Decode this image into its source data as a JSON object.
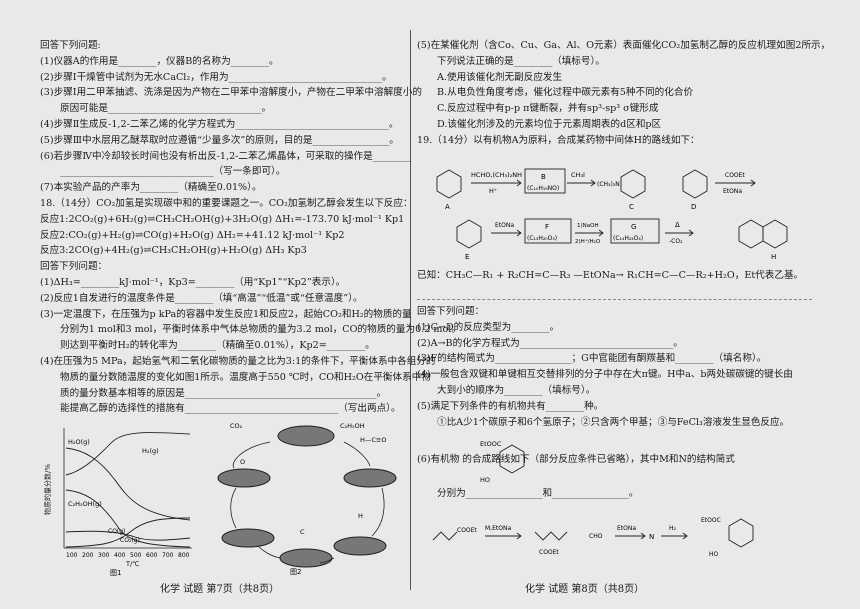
{
  "left": {
    "lines": [
      "回答下列问题:",
      "(1)仪器A的作用是________，仪器B的名称为________。",
      "(2)步骤Ⅰ干燥管中试剂为无水CaCl₂，作用为________________________________。",
      "(3)步骤Ⅰ用二甲苯抽滤、洗涤是因为产物在二甲苯中溶解度小，产物在二甲苯中溶解度小的",
      "原因可能是________________________________。",
      "(4)步骤Ⅱ生成反-1,2-二苯乙烯的化学方程式为________________________________。",
      "(5)步骤Ⅲ中水层用乙醚萃取时应遵循“少量多次”的原则，目的是________________。",
      "(6)若步骤Ⅳ中冷却较长时间也没有析出反-1,2-二苯乙烯晶体，可采取的操作是________",
      "________________________________（写一条即可）。",
      "(7)本实验产品的产率为________（精确至0.01%）。",
      "18.（14分）CO₂加氢是实现碳中和的重要课题之一。CO₂加氢制乙醇会发生以下反应：",
      "反应1:2CO₂(g)+6H₂(g)⇌CH₃CH₂OH(g)+3H₂O(g)  ΔH₁=-173.70 kJ·mol⁻¹  Kp1",
      "反应2:CO₂(g)+H₂(g)⇌CO(g)+H₂O(g)  ΔH₂=+41.12 kJ·mol⁻¹  Kp2",
      "反应3:2CO(g)+4H₂(g)⇌CH₃CH₂OH(g)+H₂O(g)  ΔH₃  Kp3",
      "回答下列问题：",
      "(1)ΔH₃=________kJ·mol⁻¹，Kp3=________（用“Kp1”“Kp2”表示）。",
      "(2)反应1自发进行的温度条件是________（填“高温”“低温”或“任意温度”）。",
      "(3)一定温度下，在压强为p kPa的容器中发生反应1和反应2，起始CO₂和H₂的物质的量",
      "分别为1 mol和3 mol，平衡时体系中气体总物质的量为3.2 mol，CO的物质的量为0.2 mol。",
      "则达到平衡时H₂的转化率为________（精确至0.01%），Kp2=________。",
      "(4)在压强为5 MPa，起始氢气和二氧化碳物质的量之比为3:1的条件下，平衡体系中各组分的",
      "物质的量分数随温度的变化如图1所示。温度高于550 ℃时，CO和H₂O在平衡体系中物",
      "质的量分数基本相等的原因是________________________________________。",
      "能提高乙醇的选择性的措施有________________________________（写出两点）。"
    ],
    "fig1": {
      "ylabel": "物质的量分数/%",
      "xlabel": "T/℃",
      "caption": "图1",
      "ticks": [
        "100",
        "200",
        "300",
        "400",
        "500",
        "600",
        "700",
        "800"
      ],
      "labels": [
        "H₂O(g)",
        "H₂(g)",
        "C₂H₅OH(g)",
        "CO(g)",
        "CO₂(g)"
      ]
    },
    "fig2": {
      "caption": "图2",
      "labels": [
        "CO₂",
        "C₂H₅OH",
        "H—C≡O",
        "H",
        "O",
        "C"
      ]
    },
    "footer": "化学  试题  第7页（共8页）"
  },
  "right": {
    "lines1": [
      "(5)在某催化剂（含Co、Cu、Ga、Al、O元素）表面催化CO₂加氢制乙醇的反应机理如图2所示，",
      "下列说法正确的是________（填标号）。",
      "A.使用该催化剂无副反应发生",
      "B.从电负性角度考虑，催化过程中碳元素有5种不同的化合价",
      "C.反应过程中有p-p π键断裂，并有sp³-sp³ σ键形成",
      "D.该催化剂涉及的元素均位于元素周期表的d区和p区",
      "19.（14分）以有机物A为原料，合成某药物中间体H的路线如下："
    ],
    "scheme": {
      "r1": "HCHO,(CH₃)₂NH",
      "r1b": "H⁺",
      "b": "B",
      "bf": "(C₁₀H₁₉NO)",
      "r2": "CH₃I",
      "c_pre": "(CH₃)₃N",
      "r3": "COOEt",
      "r3b": "EtONa",
      "lbl": [
        "A",
        "C",
        "D",
        "E",
        "H"
      ],
      "r4": "EtONa",
      "f": "F",
      "ff": "(C₁₃H₂₀O₃)",
      "r5a": "1)NaOH",
      "r5b": "2)H⁺/H₂O",
      "g": "G",
      "gf": "(C₁₄H₂₂O₄)",
      "r6": "Δ",
      "r6b": "-CO₂"
    },
    "known": "已知：CH₃C—R₁ + R₂CH=C—R₃ —EtONa→ R₁CH=C—C—R₂+H₂O，Et代表乙基。",
    "lines2": [
      "回答下列问题：",
      "(1)C→D的反应类型为________。",
      "(2)A→B的化学方程式为________________________________。",
      "(3)F的结构简式为________________；G中官能团有酮羰基和________（填名称）。",
      "(4)一般包含双键和单键相互交替排列的分子中存在大π键。H中a、b两处碳碳键的键长由",
      "大到小的顺序为________（填标号）。",
      "(5)满足下列条件的有机物共有________种。",
      "①比A少1个碳原子和6个氢原子；②只含两个甲基；③与FeCl₃溶液发生显色反应。",
      "(6)有机物                    的合成路线如下（部分反应条件已省略），其中M和N的结构简式",
      "分别为________________和________________。"
    ],
    "route": {
      "a": "COOEt",
      "r1": "M,EtONa",
      "b": "COOEt",
      "c": "CHO",
      "r2": "EtONa",
      "n": "N",
      "r3": "H₂",
      "d": "EtOOC",
      "e": "HO"
    },
    "q6mol": [
      "EtOOC",
      "HO"
    ],
    "footer": "化学  试题  第8页（共8页）"
  }
}
